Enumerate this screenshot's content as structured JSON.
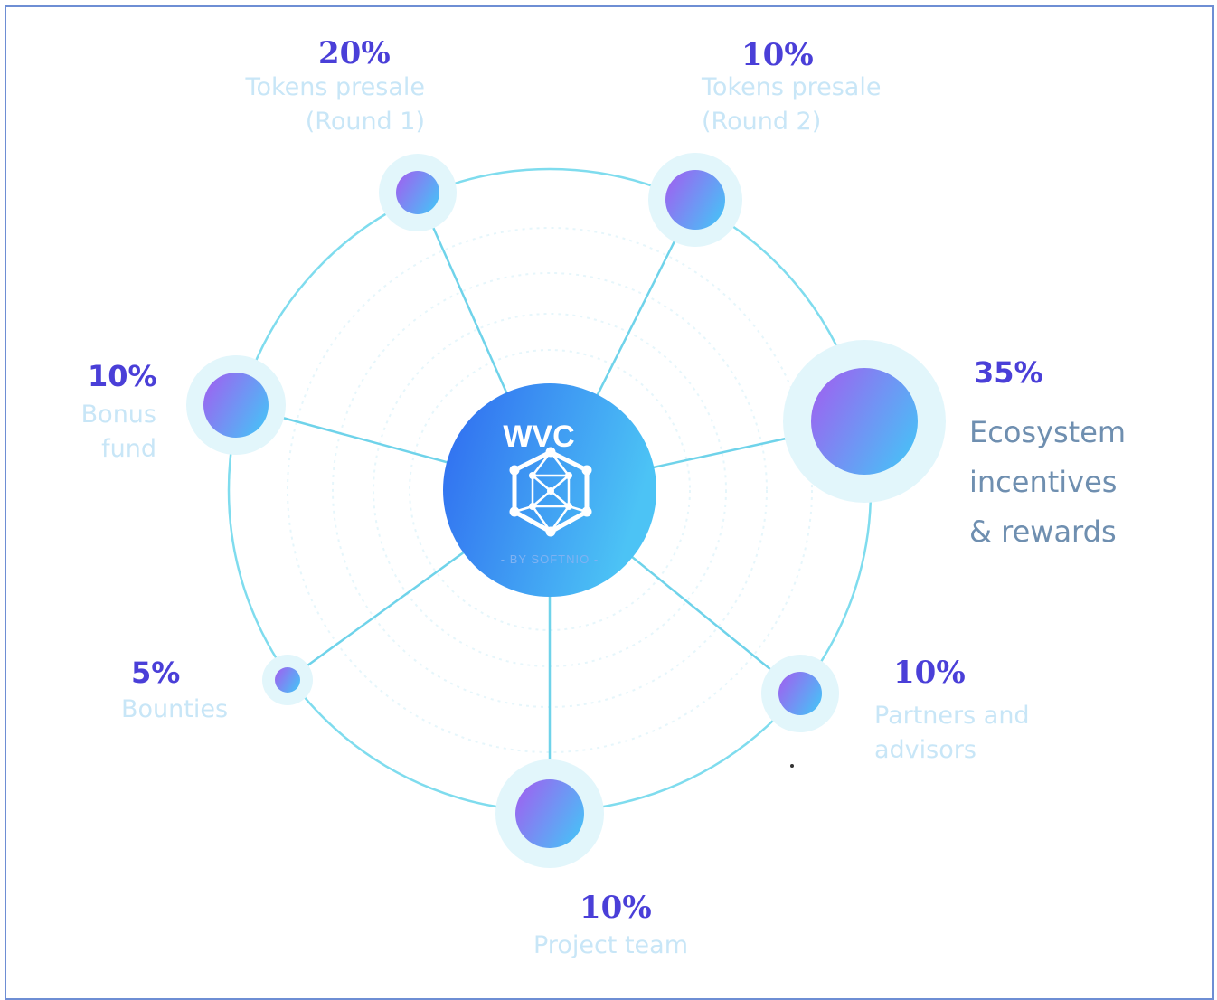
{
  "center": {
    "title": "WVC",
    "subtitle": "- BY SOFTNIO -"
  },
  "colors": {
    "ring": "#7fdcee",
    "spoke": "#6fd3ea",
    "node_start": "#a35cf0",
    "node_end": "#4fb9f6",
    "halo": "#e2f6fb",
    "hub_start": "#2f6af0",
    "hub_end": "#4cc3f5",
    "percent": "#4a3fd8",
    "label": "#c8e6f7"
  },
  "segments": [
    {
      "id": "presale-round-1",
      "percent": "20%",
      "lines": [
        "Tokens presale",
        "(Round 1)"
      ],
      "value": 20
    },
    {
      "id": "presale-round-2",
      "percent": "10%",
      "lines": [
        "Tokens presale",
        "(Round 2)"
      ],
      "value": 10
    },
    {
      "id": "ecosystem",
      "percent": "35%",
      "lines": [
        "Ecosystem",
        "incentives",
        "& rewards"
      ],
      "value": 35
    },
    {
      "id": "partners",
      "percent": "10%",
      "lines": [
        "Partners and",
        "advisors"
      ],
      "value": 10
    },
    {
      "id": "project-team",
      "percent": "10%",
      "lines": [
        "Project team"
      ],
      "value": 10
    },
    {
      "id": "bounties",
      "percent": "5%",
      "lines": [
        "Bounties"
      ],
      "value": 5
    },
    {
      "id": "bonus-fund",
      "percent": "10%",
      "lines": [
        "Bonus",
        "fund"
      ],
      "value": 10
    }
  ]
}
